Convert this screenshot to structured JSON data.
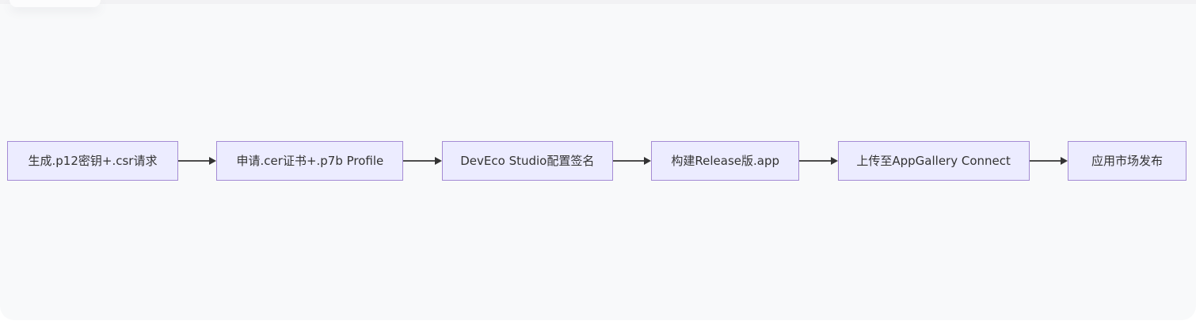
{
  "canvas": {
    "background": "#ffffff",
    "panel_color": "#f8f9fa",
    "top_strip_color": "#f2f2f4"
  },
  "flowchart": {
    "type": "horizontal-flow",
    "node_fill": "#ececff",
    "node_border": "#a48bd4",
    "edge_color": "#333333",
    "text_color": "#333333",
    "nodes": [
      {
        "label": "生成.p12密钥+.csr请求"
      },
      {
        "label": "申请.cer证书+.p7b Profile"
      },
      {
        "label": "DevEco Studio配置签名"
      },
      {
        "label": "构建Release版.app"
      },
      {
        "label": "上传至AppGallery Connect"
      },
      {
        "label": "应用市场发布"
      }
    ]
  }
}
